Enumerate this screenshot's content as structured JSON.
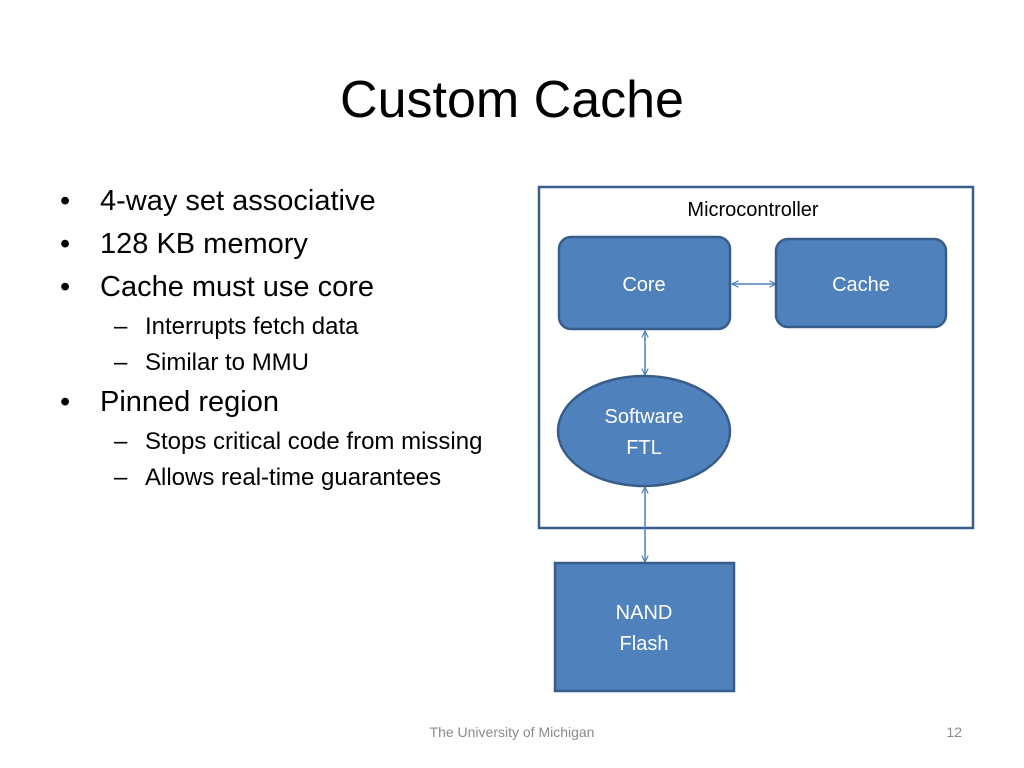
{
  "slide": {
    "title": "Custom Cache",
    "bullets": [
      {
        "text": "4-way set associative",
        "level": 1
      },
      {
        "text": "128 KB memory",
        "level": 1
      },
      {
        "text": "Cache must use core",
        "level": 1
      },
      {
        "text": "Interrupts fetch data",
        "level": 2
      },
      {
        "text": "Similar to MMU",
        "level": 2
      },
      {
        "text": "Pinned region",
        "level": 1
      },
      {
        "text": "Stops critical code from missing",
        "level": 2
      },
      {
        "text": "Allows real-time guarantees",
        "level": 2
      }
    ]
  },
  "diagram": {
    "container_label": "Microcontroller",
    "core_label": "Core",
    "cache_label": "Cache",
    "ftl_line1": "Software",
    "ftl_line2": "FTL",
    "nand_line1": "NAND",
    "nand_line2": "Flash",
    "colors": {
      "box_fill": "#4f81bd",
      "box_stroke": "#385d8a",
      "container_stroke": "#385d8a",
      "arrow": "#4f81bd"
    }
  },
  "footer": {
    "center": "The University of Michigan",
    "page_number": "12"
  }
}
